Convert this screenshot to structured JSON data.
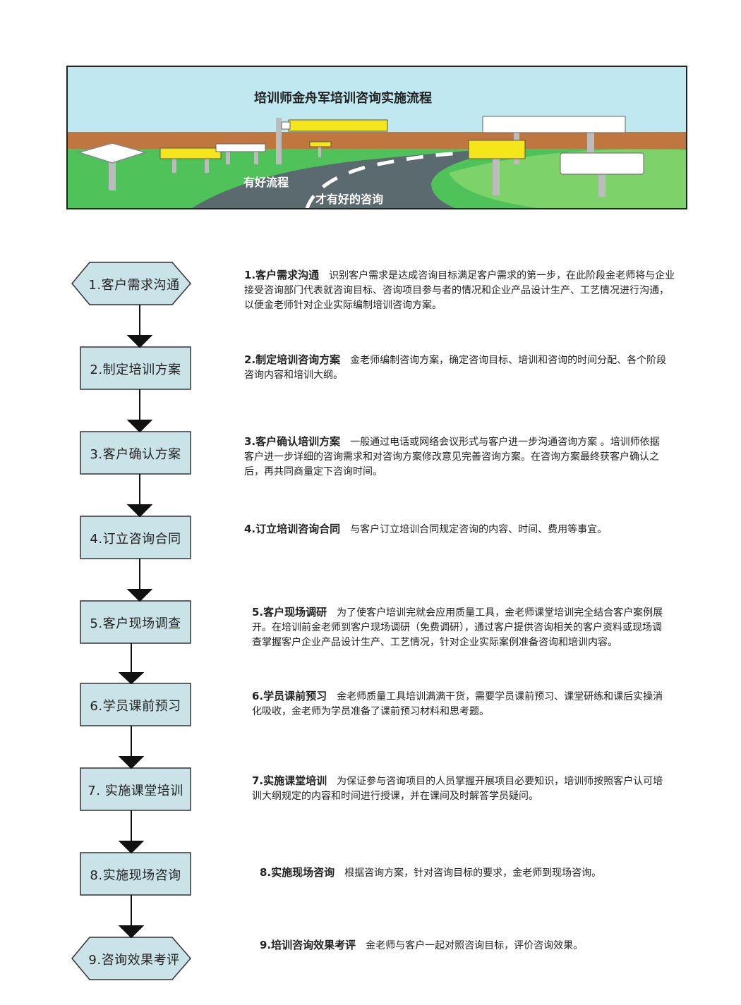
{
  "banner": {
    "title": "培训师金舟军培训咨询实施流程",
    "road_text_1": "有好流程",
    "road_text_2": "才有好的咨询"
  },
  "steps": [
    {
      "label": "1.客户需求沟通",
      "title": "1.客户需求沟通",
      "text": "识别客户需求是达成咨询目标满足客户需求的第一步，在此阶段金老师将与企业接受咨询部门代表就咨询目标、咨询项目参与者的情况和企业产品设计生产、工艺情况进行沟通，以便金老师针对企业实际编制培训咨询方案。"
    },
    {
      "label": "2.制定培训方案",
      "title": "2.制定培训咨询方案",
      "text": "金老师编制咨询方案，确定咨询目标、培训和咨询的时间分配、各个阶段咨询内容和培训大纲。"
    },
    {
      "label": "3.客户确认方案",
      "title": "3.客户确认培训方案",
      "text": "一般通过电话或网络会议形式与客户进一步沟通咨询方案 。培训师依据客户进一步详细的咨询需求和对咨询方案修改意见完善咨询方案。在咨询方案最终获客户确认之后，再共同商量定下咨询时间。"
    },
    {
      "label": "4.订立咨询合同",
      "title": "4.订立培训咨询合同",
      "text": "与客户订立培训合同规定咨询的内容、时间、费用等事宜。"
    },
    {
      "label": "5.客户现场调查",
      "title": "5.客户现场调研",
      "text": "为了使客户培训完就会应用质量工具，金老师课堂培训完全结合客户案例展开。在培训前金老师到客户现场调研（免费调研），通过客户提供咨询相关的客户资料或现场调查掌握客户企业产品设计生产、工艺情况，针对企业实际案例准备咨询和培训内容。"
    },
    {
      "label": "6.学员课前预习",
      "title": "6.学员课前预习",
      "text": "金老师质量工具培训满满干货，需要学员课前预习、课堂研练和课后实操消化吸收，金老师为学员准备了课前预习材料和思考题。"
    },
    {
      "label": "7. 实施课堂培训",
      "title": "7.实施课堂培训",
      "text": "为保证参与咨询项目的人员掌握开展项目必要知识，培训师按照客户认可培训大纲规定的内容和时间进行授课，并在课间及时解答学员疑问。"
    },
    {
      "label": "8.实施现场咨询",
      "title": "8.实施现场咨询",
      "text": "根据咨询方案，针对咨询目标的要求，金老师到现场咨询。"
    },
    {
      "label": "9.咨询效果考评",
      "title": "9.培训咨询效果考评",
      "text": "金老师与客户一起对照咨询目标，评价咨询效果。"
    }
  ]
}
